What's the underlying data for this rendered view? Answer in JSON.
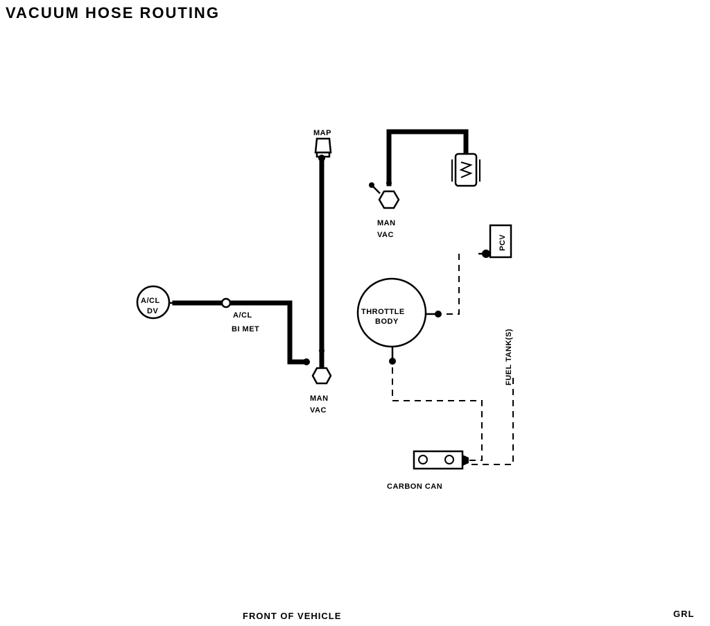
{
  "title": "VACUUM HOSE ROUTING",
  "components": {
    "map": "MAP",
    "man_vac_upper_1": "MAN",
    "man_vac_upper_2": "VAC",
    "man_vac_lower_1": "MAN",
    "man_vac_lower_2": "VAC",
    "acl_dv_1": "A/CL",
    "acl_dv_2": "DV",
    "acl_bimet_1": "A/CL",
    "acl_bimet_2": "BI MET",
    "pcv": "PCV",
    "throttle_body_1": "THROTTLE",
    "throttle_body_2": "BODY",
    "fuel_tanks": "FUEL TANK(S)",
    "carbon_can": "CARBON CAN"
  },
  "footer": {
    "front_of_vehicle": "FRONT OF VEHICLE",
    "code": "GRL"
  }
}
